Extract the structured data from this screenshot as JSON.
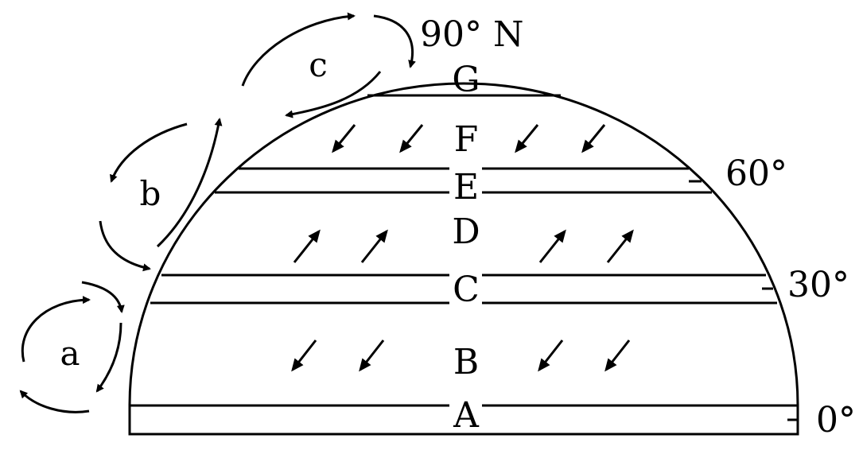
{
  "pole_label": "90° N",
  "zones": [
    {
      "id": "A",
      "label": "A"
    },
    {
      "id": "B",
      "label": "B"
    },
    {
      "id": "C",
      "label": "C"
    },
    {
      "id": "D",
      "label": "D"
    },
    {
      "id": "E",
      "label": "E"
    },
    {
      "id": "F",
      "label": "F"
    },
    {
      "id": "G",
      "label": "G"
    }
  ],
  "latitudes": [
    {
      "id": "lat-0",
      "label": "0°"
    },
    {
      "id": "lat-30",
      "label": "30°"
    },
    {
      "id": "lat-60",
      "label": "60°"
    }
  ],
  "cells": [
    {
      "id": "a",
      "label": "a"
    },
    {
      "id": "b",
      "label": "b"
    },
    {
      "id": "c",
      "label": "c"
    }
  ],
  "wind_directions": {
    "B": "toward southwest",
    "D": "toward northeast",
    "F": "toward southwest"
  }
}
